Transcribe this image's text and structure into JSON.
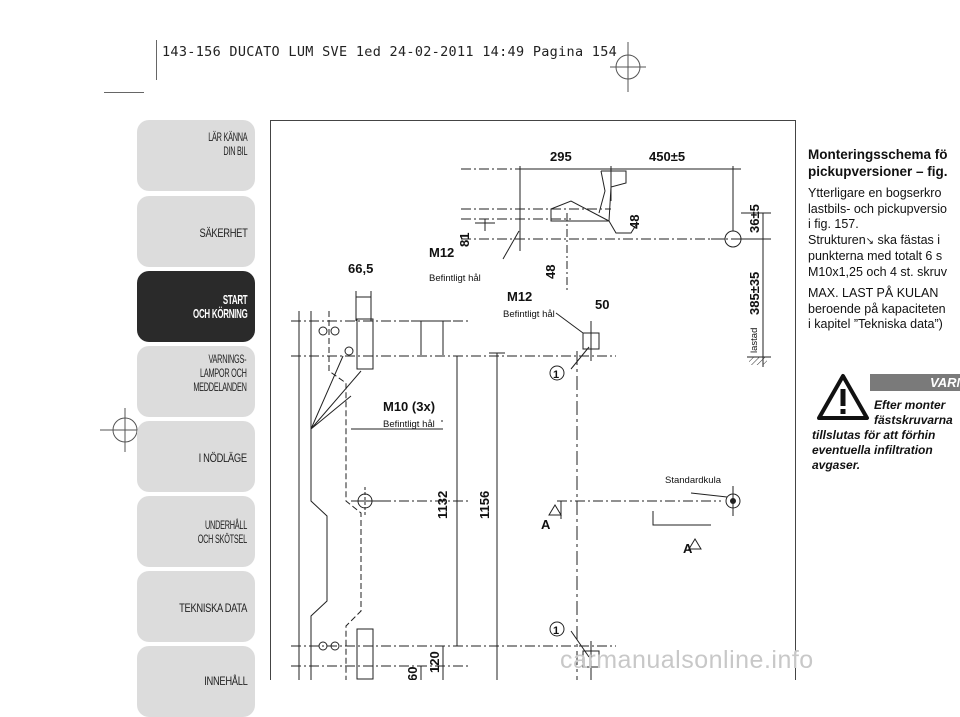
{
  "print_header": "143-156 DUCATO LUM SVE 1ed  24-02-2011  14:49  Pagina 154",
  "tabs": [
    {
      "line1": "LÄR KÄNNA",
      "line2": "DIN BIL",
      "active": false
    },
    {
      "line1": "SÄKERHET",
      "line2": "",
      "active": false
    },
    {
      "line1": "START",
      "line2": "OCH KÖRNING",
      "active": true
    },
    {
      "line1": "VARNINGS-",
      "line2": "LAMPOR OCH",
      "line3": "MEDDELANDEN",
      "active": false
    },
    {
      "line1": "I NÖDLÄGE",
      "line2": "",
      "active": false
    },
    {
      "line1": "UNDERHÅLL",
      "line2": "OCH SKÖTSEL",
      "active": false
    },
    {
      "line1": "TEKNISKA DATA",
      "line2": "",
      "active": false
    },
    {
      "line1": "INNEHÅLL",
      "line2": "",
      "active": false
    }
  ],
  "figure": {
    "dims": {
      "d295": "295",
      "d450": "450±5",
      "d36": "36±5",
      "d385": "385±35",
      "d81": "81",
      "d48a": "48",
      "d48b": "48",
      "d50": "50",
      "d665": "66,5",
      "d1132": "1132",
      "d1156": "1156",
      "d60": "60",
      "d120": "120"
    },
    "labels": {
      "m12a": "M12",
      "hole_a": "Befintligt hål",
      "m12b": "M12",
      "hole_b": "Befintligt hål",
      "m10": "M10 (3x)",
      "hole_c": "Befintligt hål",
      "standardkula": "Standardkula",
      "lastad": "lastad",
      "a1": "A",
      "a2": "A",
      "c1": "1",
      "c2": "1"
    }
  },
  "text": {
    "heading1": "Monteringsschema fö",
    "heading2": "pickupversioner – fig.",
    "p1_l1": "Ytterligare en bogserkro",
    "p1_l2": "lastbils- och pickupversio",
    "p1_l3": "i fig. 157.",
    "p1_l4a": "Strukturen",
    "p1_l4b": " ska fästas i",
    "p1_l5": "punkterna med totalt 6 s",
    "p1_l6": "M10x1,25 och 4 st. skruv",
    "p2_l1": "MAX. LAST PÅ KULAN",
    "p2_l2": "beroende på kapaciteten",
    "p2_l3": "i kapitel ”Tekniska data”)"
  },
  "warning": {
    "title": "VARN",
    "l1": "Efter monter",
    "l2": "fästskruvarna",
    "l3": "tillslutas för att förhin",
    "l4": "eventuella infiltration",
    "l5": "avgaser."
  },
  "watermark": "carmanualsonline.info"
}
